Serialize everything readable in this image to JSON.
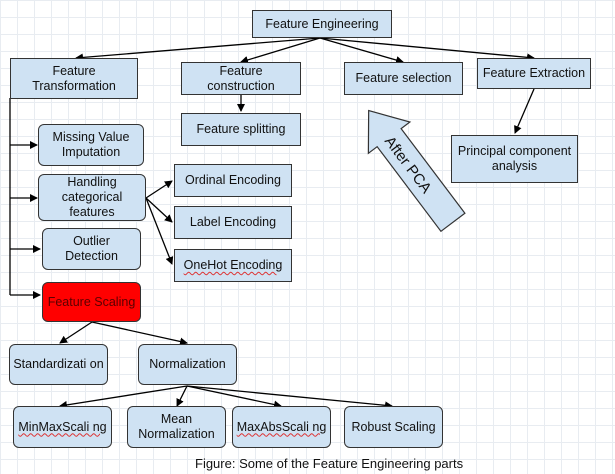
{
  "nodes": {
    "root": "Feature Engineering",
    "transformation": "Feature Transformation",
    "construction": "Feature construction",
    "selection": "Feature selection",
    "extraction": "Feature Extraction",
    "splitting": "Feature splitting",
    "pca": "Principal component analysis",
    "missing": "Missing Value Imputation",
    "categorical": "Handling categorical features",
    "outlier": "Outlier Detection",
    "scaling": "Feature Scaling",
    "ordinal": "Ordinal Encoding",
    "label": "Label Encoding",
    "onehot": "OneHot Encoding",
    "standardization": "Standardizati on",
    "normalization": "Normalization",
    "minmax": "MinMaxScali ng",
    "mean": "Mean Normalization",
    "maxabs": "MaxAbsScali ng",
    "robust": "Robust Scaling"
  },
  "callout": "After PCA",
  "caption": "Figure: Some of the Feature Engineering parts",
  "colors": {
    "node_fill": "#cfe2f3",
    "highlight_fill": "#ff0000",
    "border": "#333333"
  }
}
